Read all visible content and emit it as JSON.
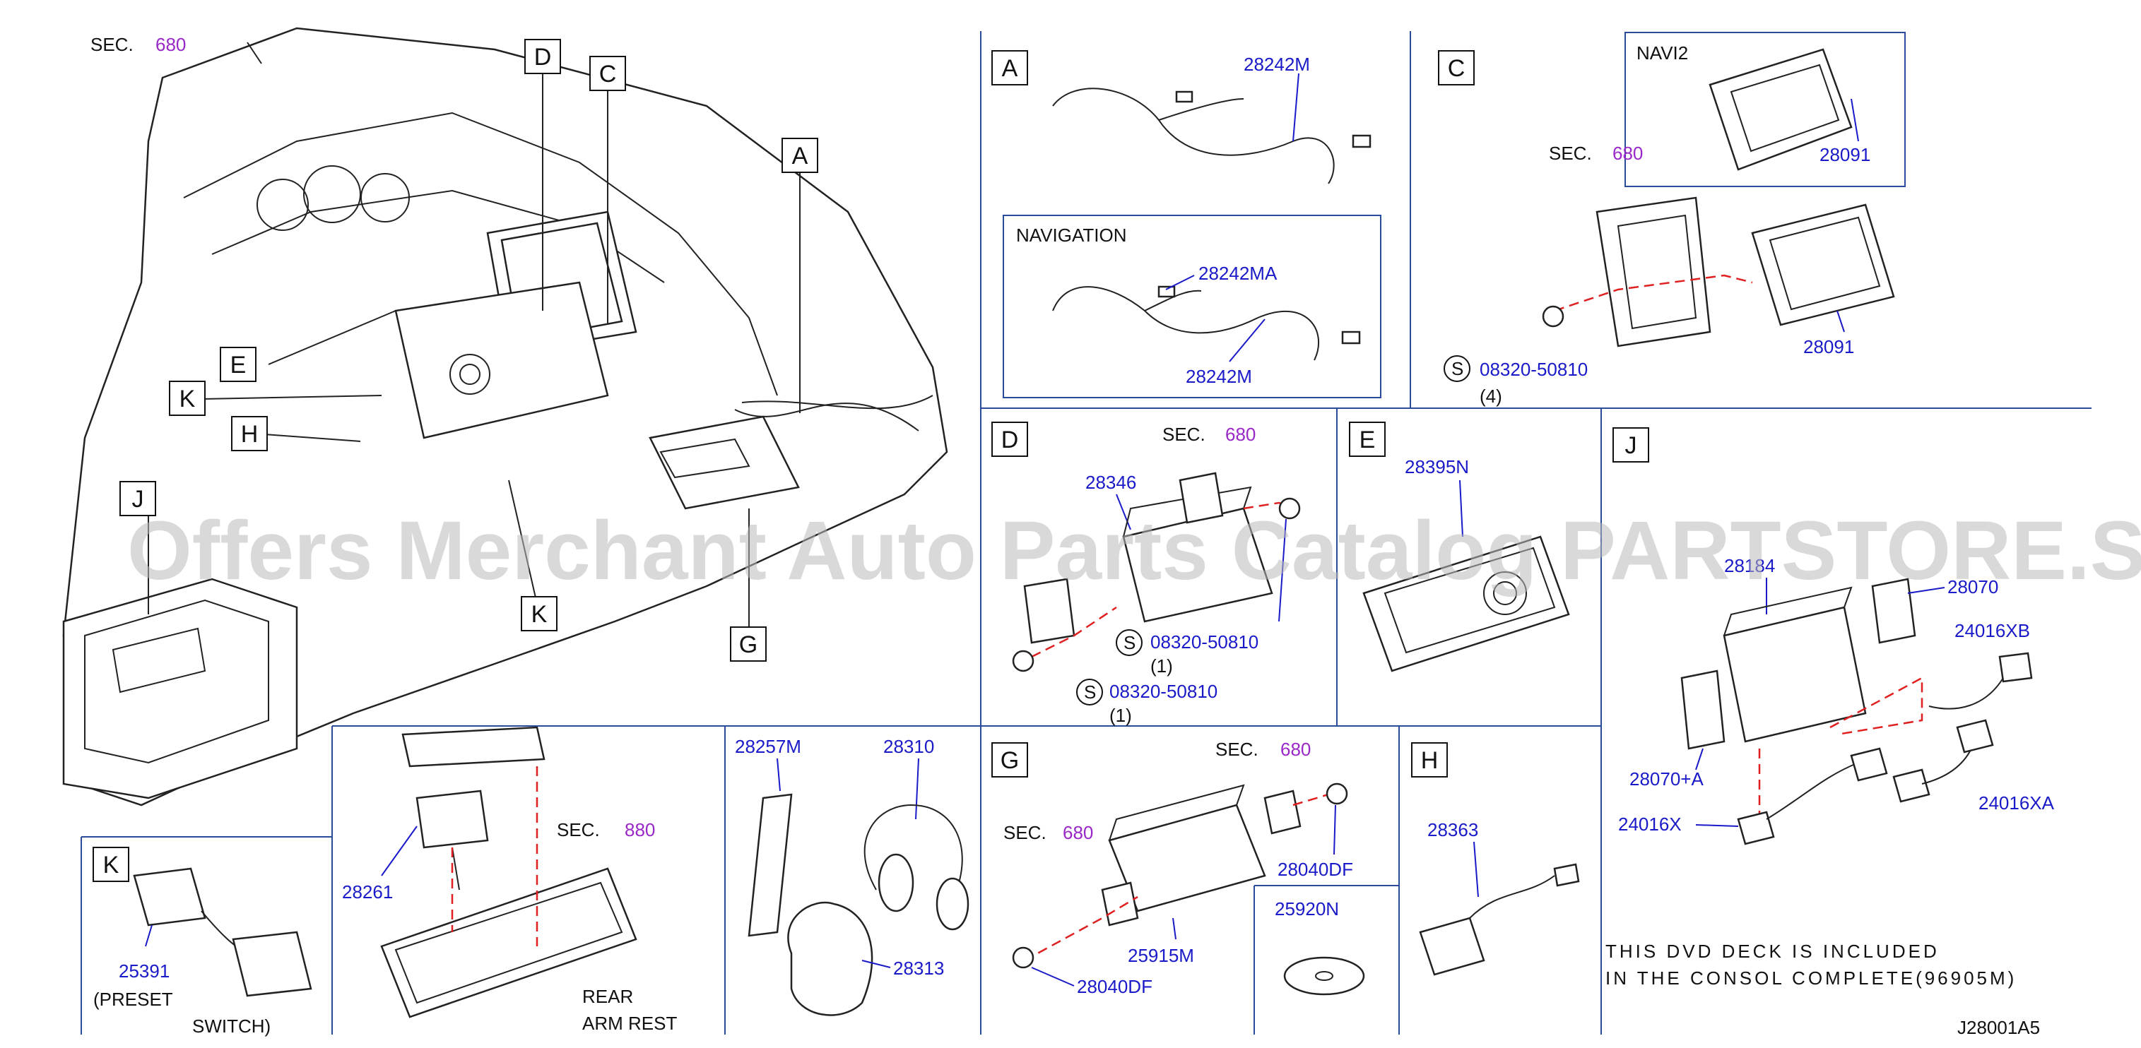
{
  "sec": "SEC.",
  "sec_numbers": {
    "s680": "680",
    "s880": "880"
  },
  "section_letters": {
    "A": "A",
    "B": "C",
    "D": "D",
    "E": "E",
    "G": "G",
    "H": "H",
    "J": "J",
    "K": "K"
  },
  "overview_callouts": {
    "D": "D",
    "C": "C",
    "A": "A",
    "E": "E",
    "K1": "K",
    "H": "H",
    "J": "J",
    "K2": "K",
    "G": "G"
  },
  "panel_a": {
    "part1": "28242M",
    "nav_label": "NAVIGATION",
    "part2": "28242MA",
    "part3": "28242M"
  },
  "panel_c": {
    "navi2_label": "NAVI2",
    "part1": "28091",
    "part2": "28091",
    "screw_symbol": "S",
    "screw": "08320-50810",
    "qty": "(4)"
  },
  "panel_d": {
    "part1": "28346",
    "screw_symbol": "S",
    "screw1": "08320-50810",
    "qty1": "(1)",
    "screw2": "08320-50810",
    "qty2": "(1)"
  },
  "panel_e": {
    "part1": "28395N"
  },
  "panel_j": {
    "p1": "28184",
    "p2": "28070",
    "p3": "24016XB",
    "p4": "28070+A",
    "p5": "24016X",
    "p6": "24016XA",
    "note1": "THIS DVD DECK IS INCLUDED",
    "note2": "IN THE CONSOL COMPLETE(96905M)"
  },
  "panel_k": {
    "part1": "25391",
    "sub1": "(PRESET",
    "sub2": "SWITCH)"
  },
  "panel_armrest": {
    "part1": "28261",
    "sub1": "REAR",
    "sub2": "ARM   REST"
  },
  "panel_remote": {
    "p1": "28257M",
    "p2": "28310",
    "p3": "28313"
  },
  "panel_g": {
    "p1": "28040DF",
    "p2": "25915M",
    "p3": "28040DF"
  },
  "panel_disc": {
    "p1": "25920N"
  },
  "panel_h": {
    "p1": "28363"
  },
  "diagram_code": "J28001A5",
  "watermark": "Offers Merchant Auto Parts Catalog PARTSTORE.SA",
  "colors": {
    "part_number": "#1a1ac8",
    "sec_number": "#9a28c8",
    "dashed_line": "#e02020",
    "separator": "#2a4a9a",
    "watermark": "#b9b9b9"
  }
}
